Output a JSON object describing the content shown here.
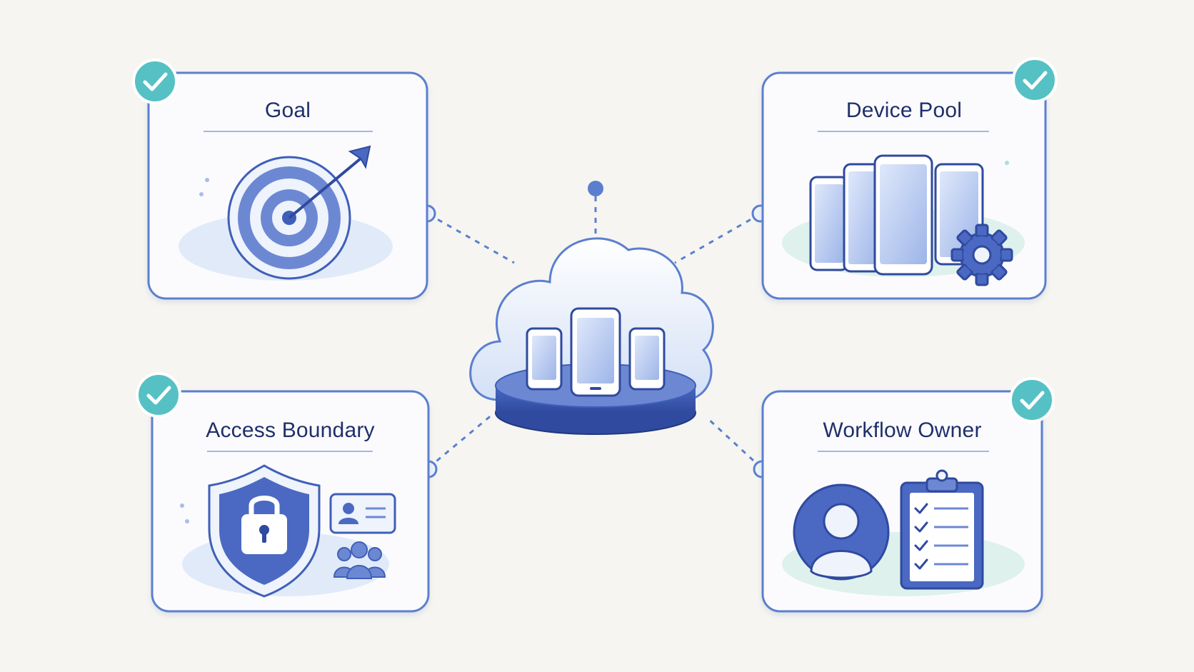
{
  "colors": {
    "background": "#f6f5f1",
    "card_border": "#5b7fcf",
    "card_fill": "#fbfbfd",
    "accent_blue": "#3f5fb8",
    "light_blue": "#cddcf5",
    "check_teal": "#56c1c4",
    "title_text": "#1f2f6b"
  },
  "diagram": {
    "center": {
      "icon": "cloud-device-platform-icon",
      "devices": [
        "phone-small-left",
        "phone-large-center",
        "phone-small-right"
      ]
    },
    "cards": [
      {
        "id": "goal",
        "title": "Goal",
        "icon": "target-arrow-icon",
        "checked": true
      },
      {
        "id": "device-pool",
        "title": "Device Pool",
        "icon": "phones-gear-icon",
        "checked": true
      },
      {
        "id": "access-boundary",
        "title": "Access Boundary",
        "icon": "shield-lock-id-people-icon",
        "checked": true
      },
      {
        "id": "workflow-owner",
        "title": "Workflow Owner",
        "icon": "user-clipboard-checklist-icon",
        "checked": true
      }
    ]
  }
}
